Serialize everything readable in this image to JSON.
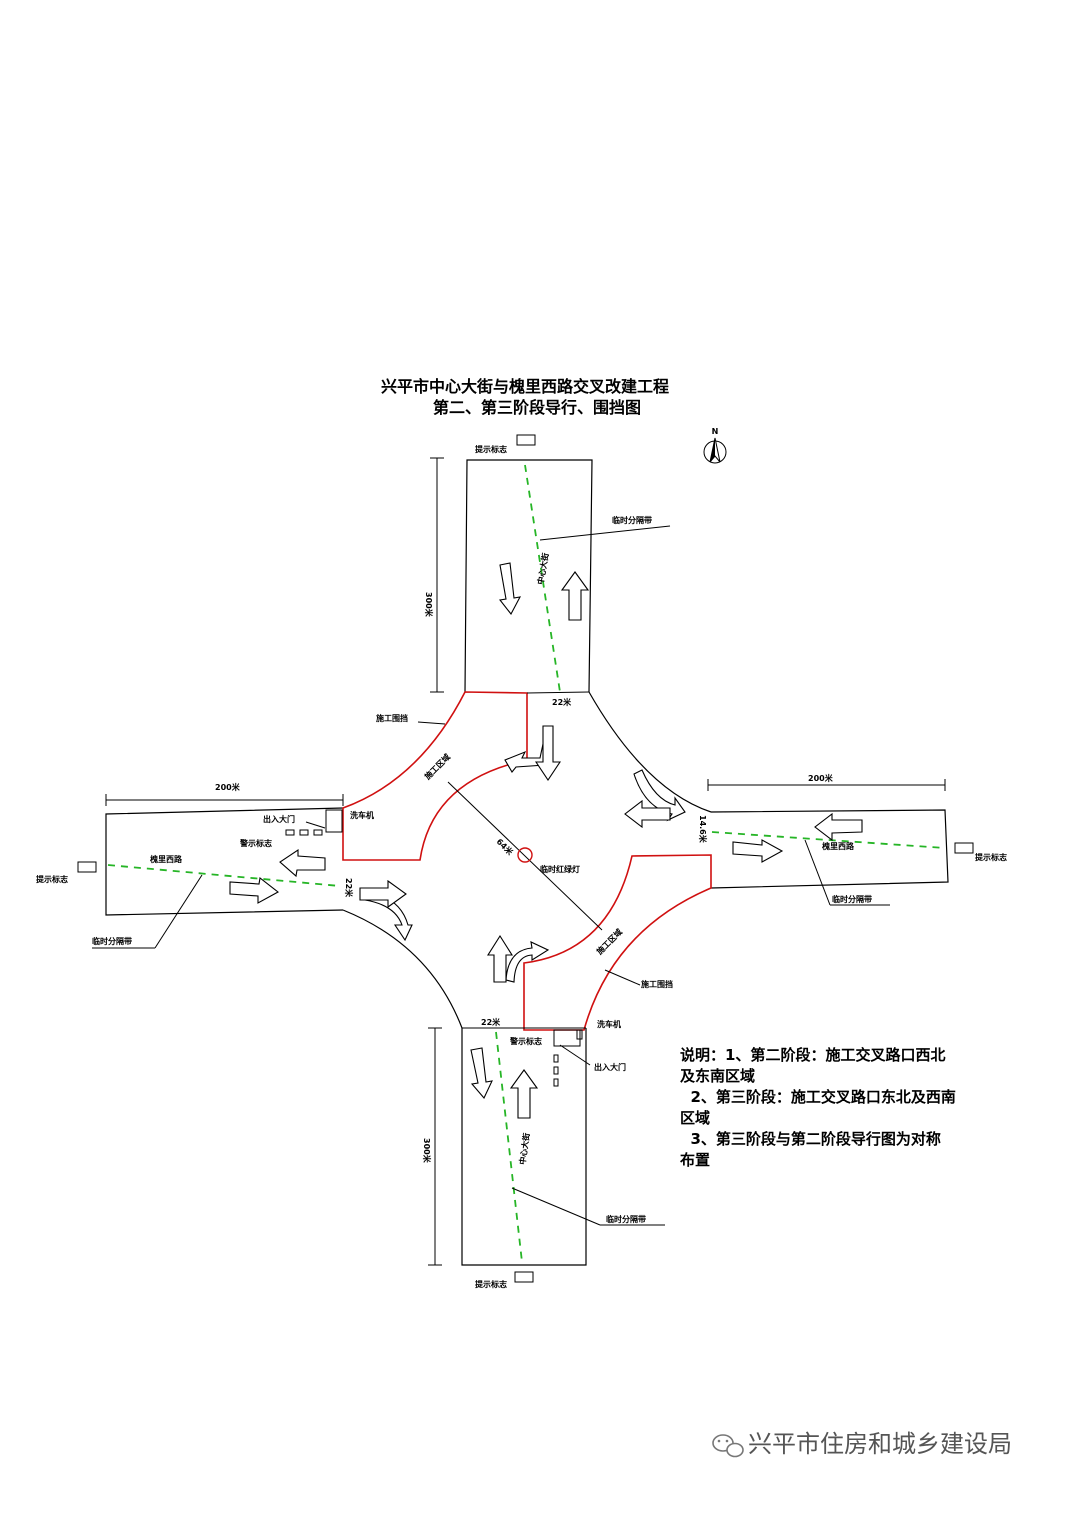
{
  "title": {
    "line1": "兴平市中心大街与槐里西路交叉改建工程",
    "line2": "第二、第三阶段导行、围挡图"
  },
  "north_mark": "N",
  "labels": {
    "sign_top": "提示标志",
    "sign_left": "提示标志",
    "sign_right": "提示标志",
    "sign_bottom": "提示标志",
    "median_top": "临时分隔带",
    "median_left": "临时分隔带",
    "median_right": "临时分隔带",
    "median_bottom": "临时分隔带",
    "street_north": "中心大街",
    "street_south": "中心大街",
    "road_west": "槐里西路",
    "road_east": "槐里西路",
    "len_north": "300米",
    "len_south": "300米",
    "len_west": "200米",
    "len_east": "200米",
    "width_north": "22米",
    "width_south": "22米",
    "width_west": "22米",
    "width_east": "14.6米",
    "diag_len": "64米",
    "hoarding_nw": "施工围挡",
    "hoarding_se": "施工围挡",
    "zone_nw": "施工区域",
    "zone_se": "施工区域",
    "signal": "临时红绿灯",
    "gate_west": "出入大门",
    "gate_south": "出入大门",
    "warn_west": "警示标志",
    "warn_south": "警示标志",
    "wash_west": "洗车机",
    "wash_south": "洗车机"
  },
  "notes": [
    "说明：1、第二阶段：施工交叉路口西北",
    "及东南区域",
    "  2、第三阶段：施工交叉路口东北及西南",
    "区域",
    "  3、第三阶段与第二阶段导行图为对称",
    "布置"
  ],
  "watermark": "兴平市住房和城乡建设局",
  "colors": {
    "hoarding": "#d01010",
    "median": "#26b526",
    "road": "#000000"
  }
}
